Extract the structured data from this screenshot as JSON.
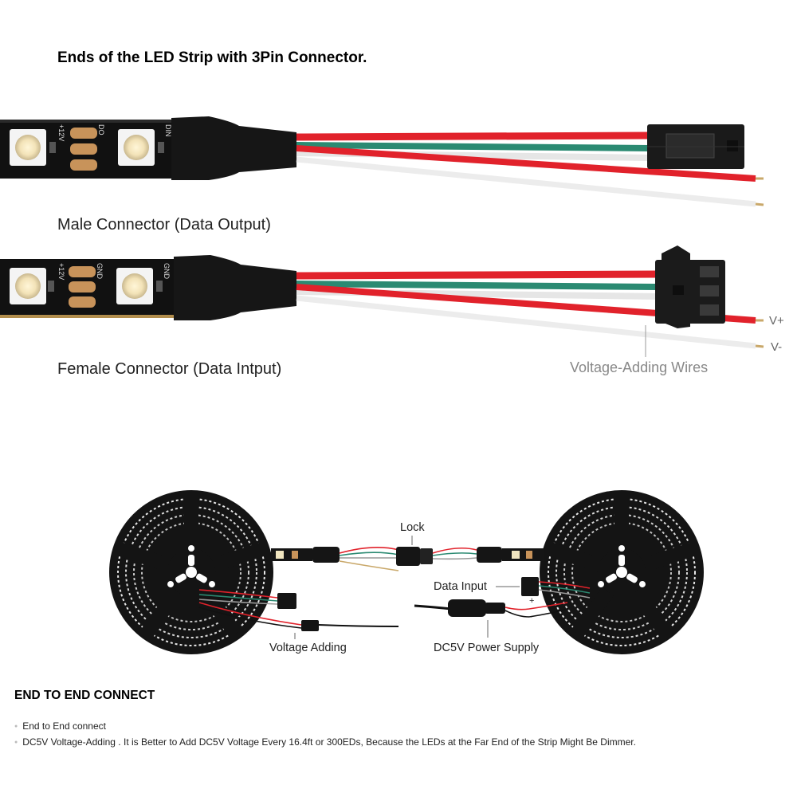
{
  "title": "Ends of the LED Strip with 3Pin Connector.",
  "male_caption": "Male Connector (Data Output)",
  "female_caption": "Female Connector (Data Intput)",
  "voltage_wires_caption": "Voltage-Adding Wires",
  "v_plus": "V+",
  "v_minus": "V-",
  "strip_pad_labels": {
    "p1": "+12V",
    "p2": "DIN",
    "p3": "GND",
    "p4": "+12V",
    "p5": "DO",
    "p6": "GND"
  },
  "diagram": {
    "lock": "Lock",
    "data_input": "Data Input",
    "voltage_adding": "Voltage Adding",
    "power_supply": "DC5V Power Supply",
    "plus": "+",
    "minus": "-"
  },
  "section_title": "END TO END CONNECT",
  "bullets": [
    "End to End connect",
    "DC5V Voltage-Adding . It is Better to Add DC5V Voltage Every 16.4ft or 300EDs, Because the LEDs at the Far End of the Strip Might Be Dimmer."
  ],
  "colors": {
    "wire_red": "#e1222b",
    "wire_green": "#2b8a72",
    "wire_white": "#ececec",
    "strip": "#111111",
    "connector": "#1a1a1a"
  }
}
